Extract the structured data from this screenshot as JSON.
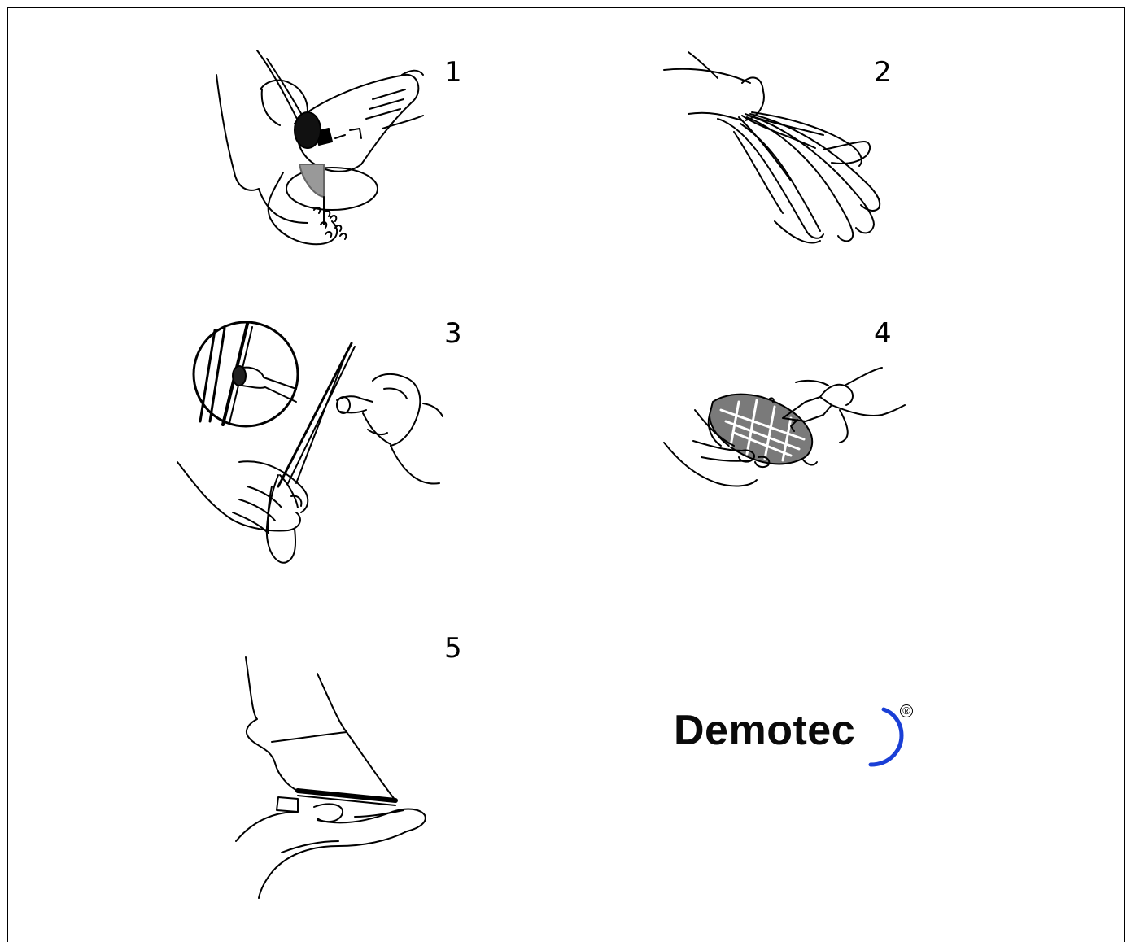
{
  "steps": [
    {
      "number": "1",
      "illustration": "angle-grinder-cleaning-shoe-sole"
    },
    {
      "number": "2",
      "illustration": "pulling-on-protective-glove"
    },
    {
      "number": "3",
      "illustration": "scissors-cutting-glue-tube-nozzle"
    },
    {
      "number": "4",
      "illustration": "applying-glue-to-shoe-sole"
    },
    {
      "number": "5",
      "illustration": "pressing-sole-between-hands"
    }
  ],
  "logo": {
    "brand": "Demotec",
    "registered_mark": "®",
    "accent_color": "#1a3fd6",
    "text_color": "#0a0a0a"
  }
}
